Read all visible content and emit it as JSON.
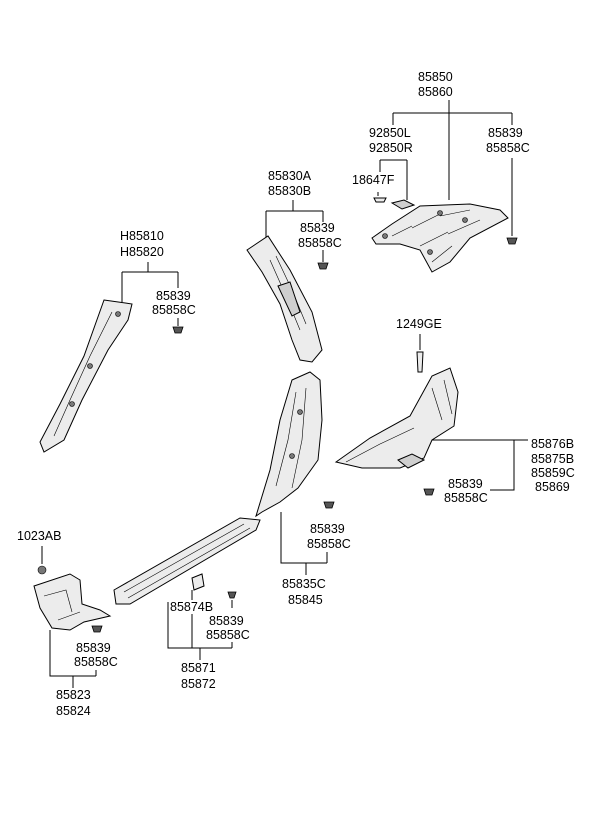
{
  "labels": {
    "roof_trim_a": "85850",
    "roof_trim_b": "85860",
    "grab_handle_a": "92850L",
    "grab_handle_b": "92850R",
    "roof_clip_a": "85839",
    "roof_clip_b": "85858C",
    "bulb": "18647F",
    "center_pillar_upper_a": "85830A",
    "center_pillar_upper_b": "85830B",
    "cp_upper_clip_a": "85839",
    "cp_upper_clip_b": "85858C",
    "front_pillar_a": "H85810",
    "front_pillar_b": "H85820",
    "fp_clip_a": "85839",
    "fp_clip_b": "85858C",
    "screw": "1249GE",
    "rear_trim_a": "85876B",
    "rear_trim_b": "85875B",
    "rear_trim_c": "85859C",
    "rear_trim_d": "85869",
    "rear_clip_a": "85839",
    "rear_clip_b": "85858C",
    "cp_lower_clip_a": "85839",
    "cp_lower_clip_b": "85858C",
    "center_pillar_lower_a": "85835C",
    "center_pillar_lower_b": "85845",
    "bolt": "1023AB",
    "cowl_clip_a": "85839",
    "cowl_clip_b": "85858C",
    "cowl_trim_a": "85823",
    "cowl_trim_b": "85824",
    "clip_85874": "85874B",
    "sill_clip_a": "85839",
    "sill_clip_b": "85858C",
    "scuff_a": "85871",
    "scuff_b": "85872"
  }
}
